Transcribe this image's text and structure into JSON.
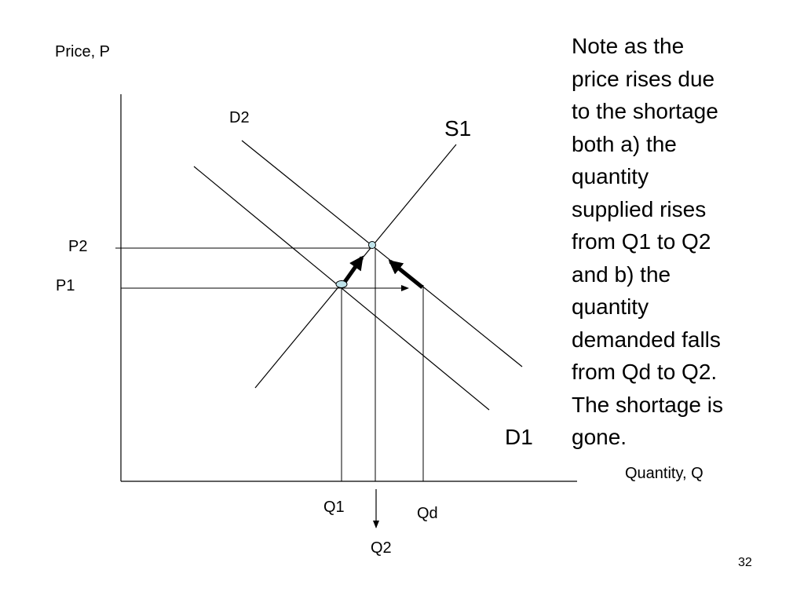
{
  "slide": {
    "number": "32",
    "note_lines": [
      "Note as the",
      "price rises due",
      "to the shortage",
      "both a) the",
      "quantity",
      "supplied rises",
      "from Q1 to Q2",
      "and b) the",
      "quantity",
      "demanded falls",
      "from Qd to Q2.",
      "The shortage is",
      "gone."
    ]
  },
  "diagram": {
    "y_axis_label": "Price, P",
    "x_axis_label": "Quantity, Q",
    "curves": {
      "supply": "S1",
      "demand_original": "D1",
      "demand_shifted": "D2"
    },
    "price_levels": [
      "P2",
      "P1"
    ],
    "quantity_levels": [
      "Q1",
      "Q2",
      "Qd"
    ],
    "colors": {
      "line": "#000000",
      "equilibrium_point_fill": "#bfe3ea"
    }
  }
}
